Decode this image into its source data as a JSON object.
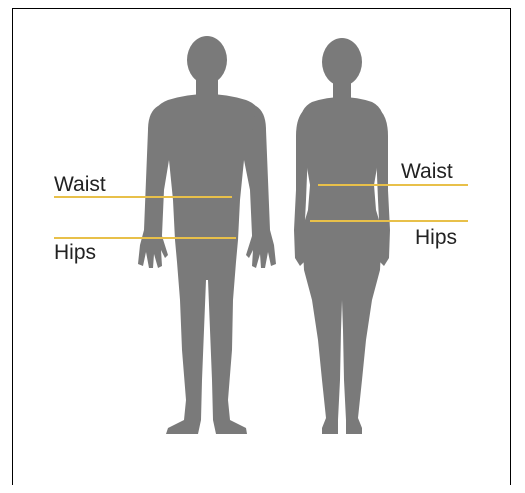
{
  "figure": {
    "silhouette_color": "#7a7a7a",
    "guide_line_color": "#e8c04a",
    "frame_color": "#000000"
  },
  "male": {
    "waist_label": "Waist",
    "hips_label": "Hips"
  },
  "female": {
    "waist_label": "Waist",
    "hips_label": "Hips"
  }
}
